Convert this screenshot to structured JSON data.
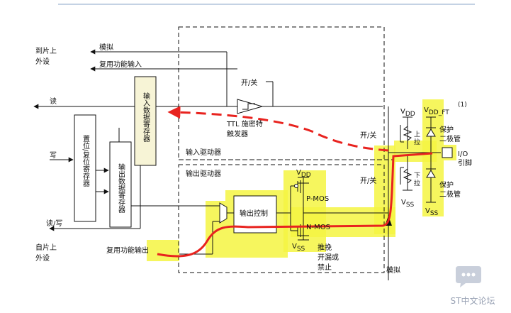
{
  "labels": {
    "to_onchip_peripheral": [
      "到片上",
      "外设"
    ],
    "from_onchip_peripheral": [
      "自片上",
      "外设"
    ],
    "analog_top": "模拟",
    "alt_func_input": "复用功能输入",
    "read": "读",
    "write": "写",
    "read_write": "读/写",
    "set_reset_register": "置位/复位寄存器",
    "input_data_register": "输入数据寄存器",
    "output_data_register": "输出数据寄存器",
    "on_off_schmitt": "开/关",
    "ttl_schmitt": [
      "TTL 施密特",
      "触发器"
    ],
    "input_driver": "输入驱动器",
    "output_driver": "输出驱动器",
    "on_off_pull_up": "开/关",
    "on_off_pull_down": "开/关",
    "vdd": "V",
    "vdd_sub": "DD",
    "vdd_ft": "V",
    "vdd_ft_sub": "DD_FT",
    "footnote": "(1)",
    "pull_up": [
      "上",
      "拉"
    ],
    "pull_down": [
      "下",
      "拉"
    ],
    "protect_diode_top": [
      "保护",
      "二极管"
    ],
    "protect_diode_bottom": [
      "保护",
      "二极管"
    ],
    "io_pin": [
      "I/O",
      "引脚"
    ],
    "vss": "V",
    "vss_sub": "SS",
    "output_control": "输出控制",
    "p_mos": "P-MOS",
    "n_mos": "N-MOS",
    "push_pull_modes": [
      "推挽",
      "开漏或",
      "禁止"
    ],
    "alt_func_output": "复用功能输出",
    "analog_bottom": "模拟"
  },
  "watermark": {
    "text": "ST中文论坛",
    "icon": "chat-bubble-icon"
  },
  "colors": {
    "highlight": "#f5f542",
    "input_path": "#e8231f",
    "output_path": "#e8231f",
    "register_fill": "#f6f2cf",
    "line": "#111111",
    "watermark": "#9aa3b5"
  }
}
